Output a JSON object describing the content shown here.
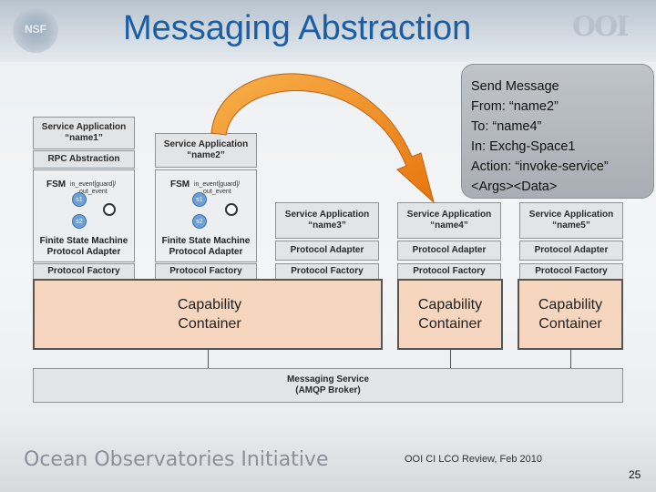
{
  "slide": {
    "title": "Messaging Abstraction",
    "nsf_logo_text": "NSF",
    "ooi_logo_text": "OOI",
    "footer_brand": "Ocean Observatories Initiative",
    "footer_review": "OOI CI LCO Review, Feb 2010",
    "page_number": "25"
  },
  "callout": {
    "lines": [
      "Send Message",
      "From: “name2”",
      "To: “name4”",
      "In: Exchg-Space1",
      "Action: “invoke-service”",
      "<Args><Data>"
    ]
  },
  "column1": {
    "service_line1": "Service Application",
    "service_line2": "“name1”",
    "rpc": "RPC Abstraction",
    "adapter_line1": "Finite State Machine",
    "adapter_line2": "Protocol Adapter",
    "factory": "Protocol Factory"
  },
  "column2": {
    "service_line1": "Service Application",
    "service_line2": "“name2”",
    "adapter_line1": "Finite State Machine",
    "adapter_line2": "Protocol Adapter",
    "factory": "Protocol Factory"
  },
  "column3": {
    "service_line1": "Service Application",
    "service_line2": "“name3”",
    "adapter": "Protocol Adapter",
    "factory": "Protocol Factory"
  },
  "column4": {
    "service_line1": "Service Application",
    "service_line2": "“name4”",
    "adapter": "Protocol Adapter",
    "factory": "Protocol Factory"
  },
  "column5": {
    "service_line1": "Service Application",
    "service_line2": "“name5”",
    "adapter": "Protocol Adapter",
    "factory": "Protocol Factory"
  },
  "fsm": {
    "label": "FSM",
    "note_line1": "in_event[guard]/",
    "note_line2": "out_event",
    "state1": "s1",
    "state2": "s2"
  },
  "containers": {
    "line1": "Capability",
    "line2": "Container"
  },
  "messaging_service": {
    "line1": "Messaging Service",
    "line2": "(AMQP Broker)"
  },
  "colors": {
    "title": "#1a5ea6",
    "container_fill": "#f7d6bf",
    "arrow_fill": "#f08a1c",
    "state_fill": "#6ea0d8"
  }
}
